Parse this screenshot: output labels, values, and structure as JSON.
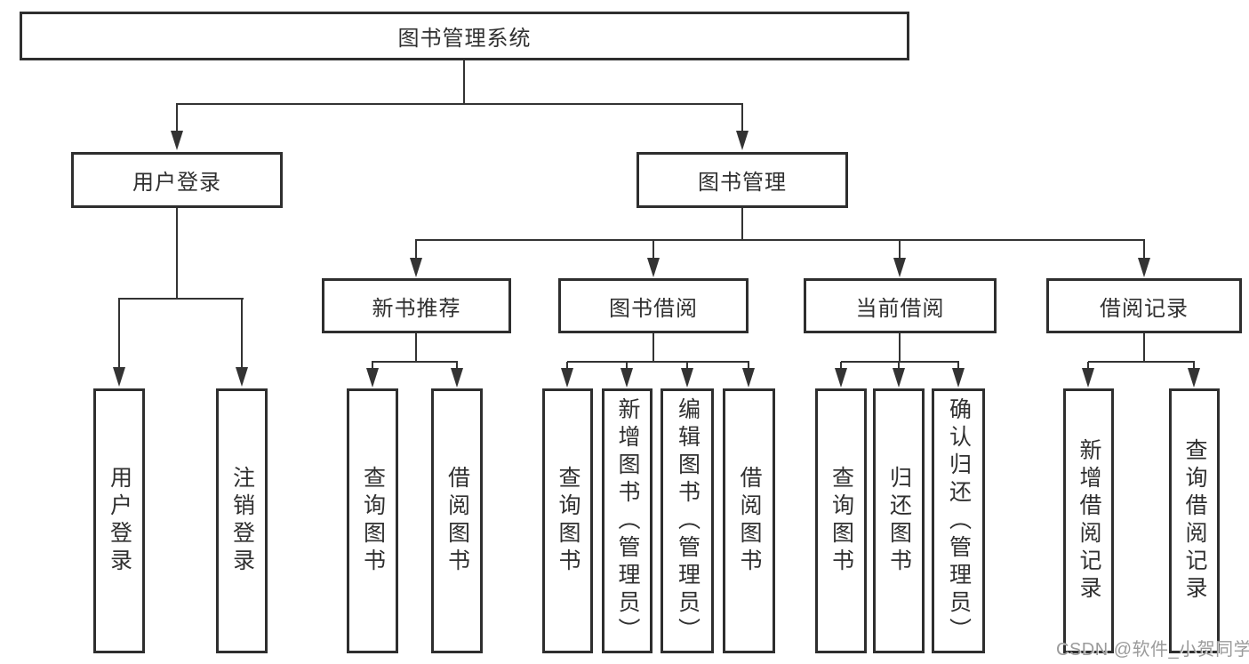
{
  "page": {
    "background": "#ffffff"
  },
  "colors": {
    "line": "#333333",
    "box_border": "#2e2e2e",
    "text": "#303030",
    "watermark": "#9b9b9b"
  },
  "watermark": {
    "text": "CSDN @软件_小贺同学"
  },
  "tree": {
    "root": {
      "label": "图书管理系统"
    },
    "branches": [
      {
        "label": "用户登录",
        "children": [
          {
            "label": "用户登录"
          },
          {
            "label": "注销登录"
          }
        ]
      },
      {
        "label": "图书管理",
        "children": [
          {
            "label": "新书推荐",
            "children": [
              {
                "label": "查询图书"
              },
              {
                "label": "借阅图书"
              }
            ]
          },
          {
            "label": "图书借阅",
            "children": [
              {
                "label": "查询图书"
              },
              {
                "label": "新增图书（管理员）"
              },
              {
                "label": "编辑图书（管理员）"
              },
              {
                "label": "借阅图书"
              }
            ]
          },
          {
            "label": "当前借阅",
            "children": [
              {
                "label": "查询图书"
              },
              {
                "label": "归还图书"
              },
              {
                "label": "确认归还（管理员）"
              }
            ]
          },
          {
            "label": "借阅记录",
            "children": [
              {
                "label": "新增借阅记录"
              },
              {
                "label": "查询借阅记录"
              }
            ]
          }
        ]
      }
    ]
  }
}
